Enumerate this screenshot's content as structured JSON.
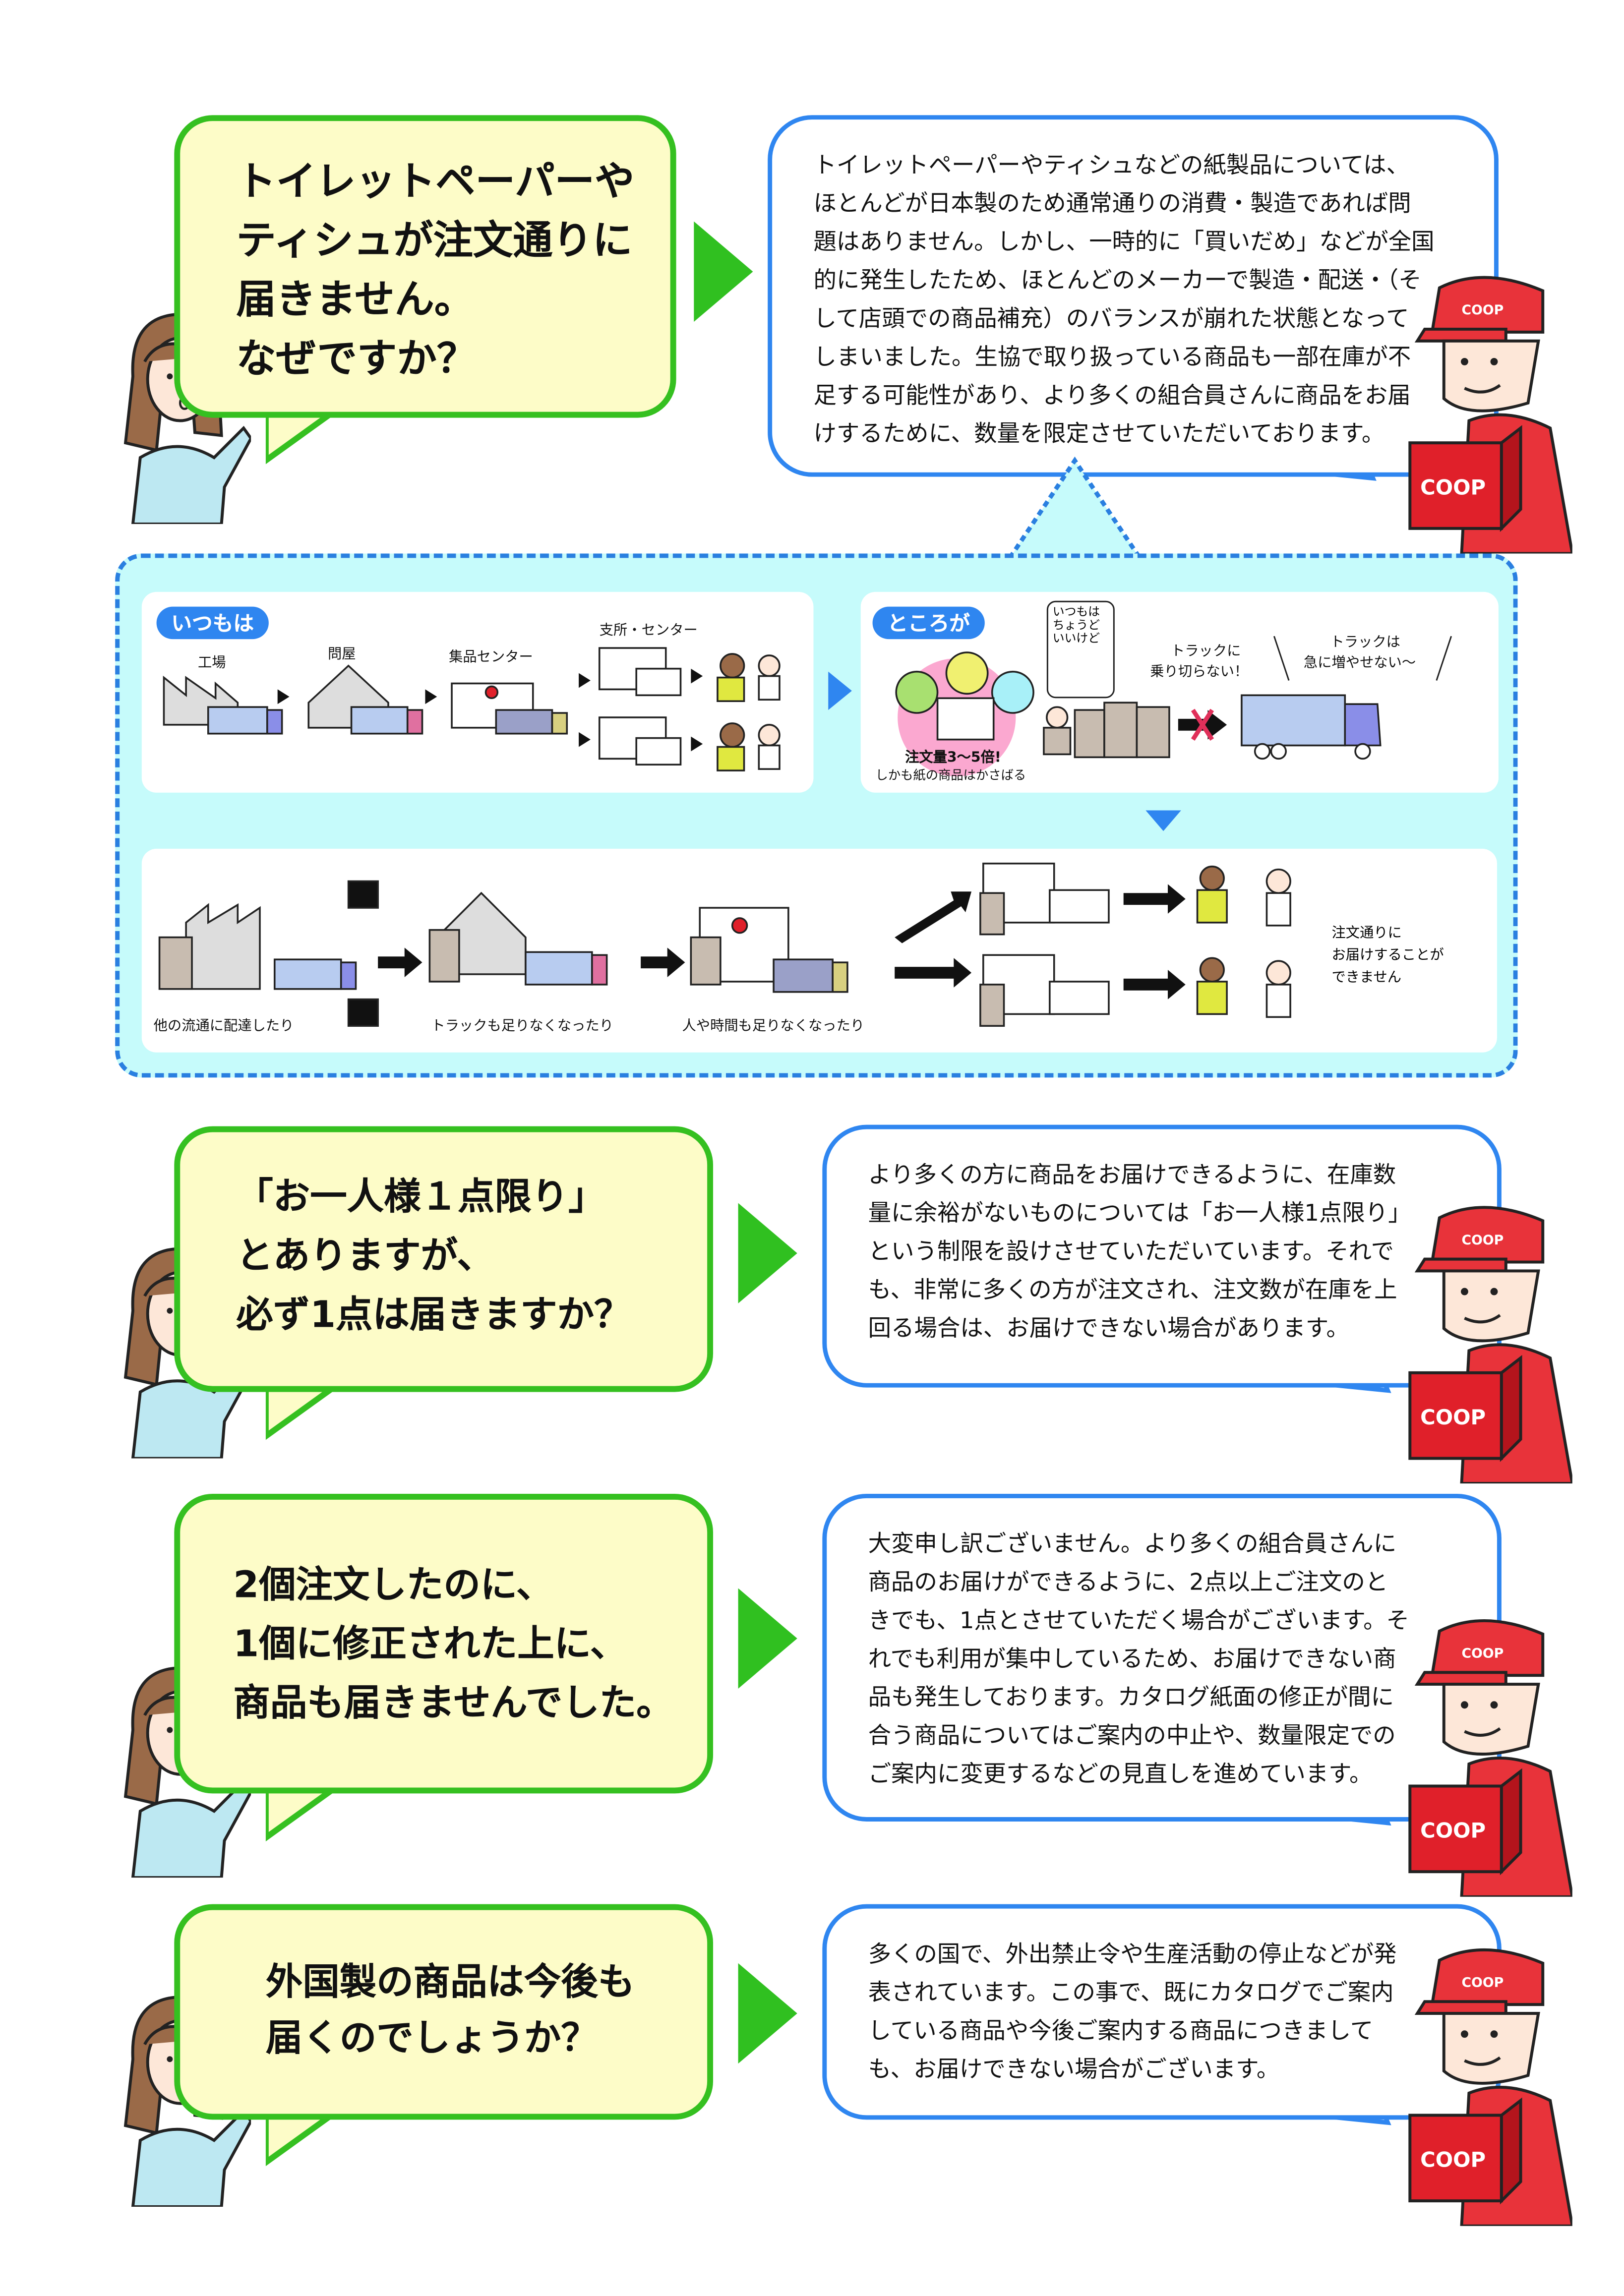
{
  "qa": [
    {
      "question": [
        "トイレットペーパーや",
        "ティシュが注文通りに",
        "届きません。",
        "なぜですか？"
      ],
      "answer": [
        "トイレットペーパーやティシュなどの紙製品については、",
        "ほとんどが日本製のため通常通りの消費・製造であれば問",
        "題はありません。しかし、一時的に「買いだめ」などが全国",
        "的に発生したため、ほとんどのメーカーで製造・配送・（そ",
        "して店頭での商品補充）のバランスが崩れた状態となって",
        "しまいました。生協で取り扱っている商品も一部在庫が不",
        "足する可能性があり、より多くの組合員さんに商品をお届",
        "けするために、数量を限定させていただいております。"
      ]
    },
    {
      "question": [
        "「お一人様１点限り」",
        "とありますが、",
        "必ず1点は届きますか？"
      ],
      "answer": [
        "より多くの方に商品をお届けできるように、在庫数",
        "量に余裕がないものについては「お一人様1点限り」",
        "という制限を設けさせていただいています。それで",
        "も、非常に多くの方が注文され、注文数が在庫を上",
        "回る場合は、お届けできない場合があります。"
      ]
    },
    {
      "question": [
        "2個注文したのに、",
        "1個に修正された上に、",
        "商品も届きませんでした。"
      ],
      "answer": [
        "大変申し訳ございません。より多くの組合員さんに",
        "商品のお届けができるように、2点以上ご注文のと",
        "きでも、1点とさせていただく場合がございます。そ",
        "れでも利用が集中しているため、お届けできない商",
        "品も発生しております。カタログ紙面の修正が間に",
        "合う商品についてはご案内の中止や、数量限定での",
        "ご案内に変更するなどの見直しを進めています。"
      ]
    },
    {
      "question": [
        "外国製の商品は今後も",
        "届くのでしょうか？"
      ],
      "answer": [
        "多くの国で、外出禁止令や生産活動の停止などが発",
        "表されています。この事で、既にカタログでご案内",
        "している商品や今後ご案内する商品につきまして",
        "も、お届けできない場合がございます。"
      ]
    }
  ],
  "logo": "COOP",
  "diagram": {
    "usual": {
      "badge": "いつもは",
      "factory": "工場",
      "wholesaler": "問屋",
      "collection_center": "集品センター",
      "branch": "支所・センター"
    },
    "however": {
      "badge": "ところが",
      "speech": [
        "いつもは",
        "ちょうど",
        "いいけど"
      ],
      "orders": "注文量3〜5倍!",
      "bulky": "しかも紙の商品はかさばる",
      "truck_full": "トラックに",
      "truck_full2": "乗り切らない！",
      "truck_more": "トラックは",
      "truck_more2": "急に増やせない〜"
    },
    "result": {
      "other": "他の流通に配達したり",
      "trucks": "トラックも足りなくなったり",
      "people": "人や時間も足りなくなったり",
      "cannot": [
        "注文通りに",
        "お届けすることが",
        "できません"
      ]
    }
  },
  "colors": {
    "green": "#30c020",
    "blue": "#2f86f0",
    "cyan": "#c6fbfb",
    "red": "#e0202a"
  }
}
